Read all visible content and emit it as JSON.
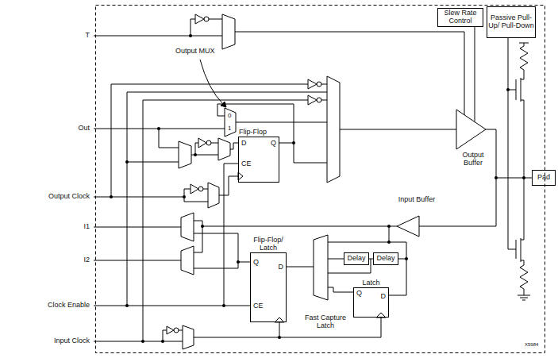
{
  "diagram": {
    "nodes": [
      {
        "text": [
          "Slew Rate Control"
        ]
      },
      {
        "text": [
          "Passive Pull-Up/ Pull-Down"
        ]
      },
      {
        "text": [
          "Flip-Flop",
          "D",
          "Q",
          "CE"
        ]
      },
      {
        "text": [
          "Flip-Flop/ Latch",
          "Q",
          "D",
          "CE"
        ]
      },
      {
        "text": [
          "Delay"
        ]
      },
      {
        "text": [
          "Delay"
        ]
      },
      {
        "text": [
          "Latch",
          "Q",
          "D"
        ]
      },
      {
        "text": [
          "Pad"
        ]
      }
    ],
    "edges": [
      {
        "from": 4,
        "to": 5,
        "arrow": "none"
      }
    ],
    "labels": [
      "T",
      "Out",
      "Output Clock",
      "I1",
      "I2",
      "Clock Enable",
      "Input Clock",
      "Output MUX",
      "0",
      "1",
      "Output Buffer",
      "Input Buffer",
      "Fast Capture Latch",
      "X5984"
    ]
  }
}
